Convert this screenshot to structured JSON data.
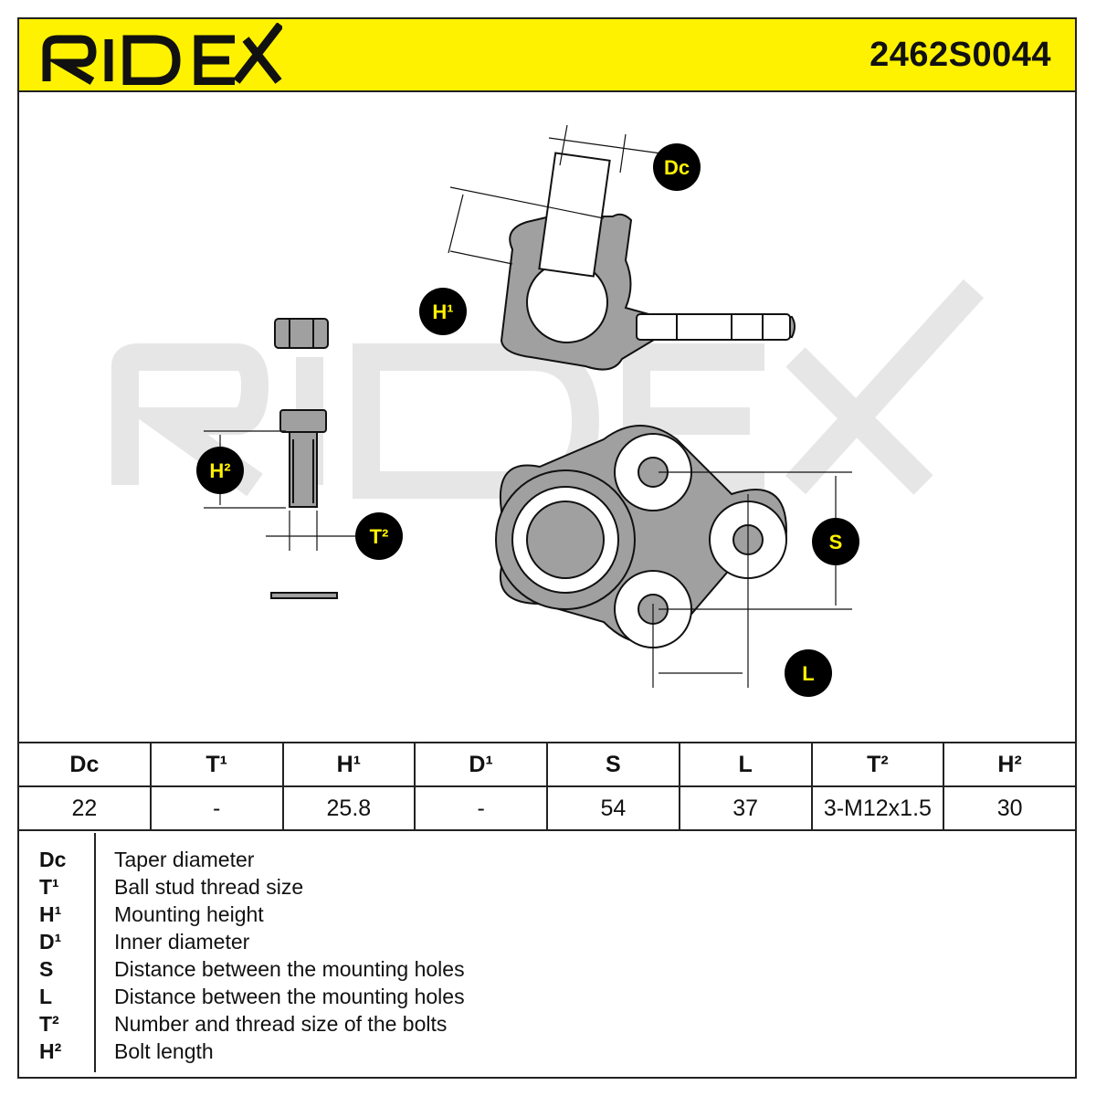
{
  "header": {
    "brand": "RIDEX",
    "part_number": "2462S0044"
  },
  "callouts": {
    "dc": "Dc",
    "h1": "H¹",
    "h2": "H²",
    "t2": "T²",
    "s": "S",
    "l": "L"
  },
  "colors": {
    "header_bg": "#FFF200",
    "badge_bg": "#000000",
    "badge_text": "#FFF200",
    "part_fill": "#A0A0A0",
    "watermark": "#E6E6E6"
  },
  "table": {
    "headers": [
      "Dc",
      "T¹",
      "H¹",
      "D¹",
      "S",
      "L",
      "T²",
      "H²"
    ],
    "values": [
      "22",
      "-",
      "25.8",
      "-",
      "54",
      "37",
      "3-M12x1.5",
      "30"
    ]
  },
  "legend": [
    {
      "key": "Dc",
      "desc": "Taper diameter"
    },
    {
      "key": "T¹",
      "desc": "Ball stud thread size"
    },
    {
      "key": "H¹",
      "desc": "Mounting height"
    },
    {
      "key": "D¹",
      "desc": "Inner diameter"
    },
    {
      "key": "S",
      "desc": "Distance between the mounting holes"
    },
    {
      "key": "L",
      "desc": "Distance between the mounting holes"
    },
    {
      "key": "T²",
      "desc": "Number and thread size of the bolts"
    },
    {
      "key": "H²",
      "desc": "Bolt length"
    }
  ]
}
